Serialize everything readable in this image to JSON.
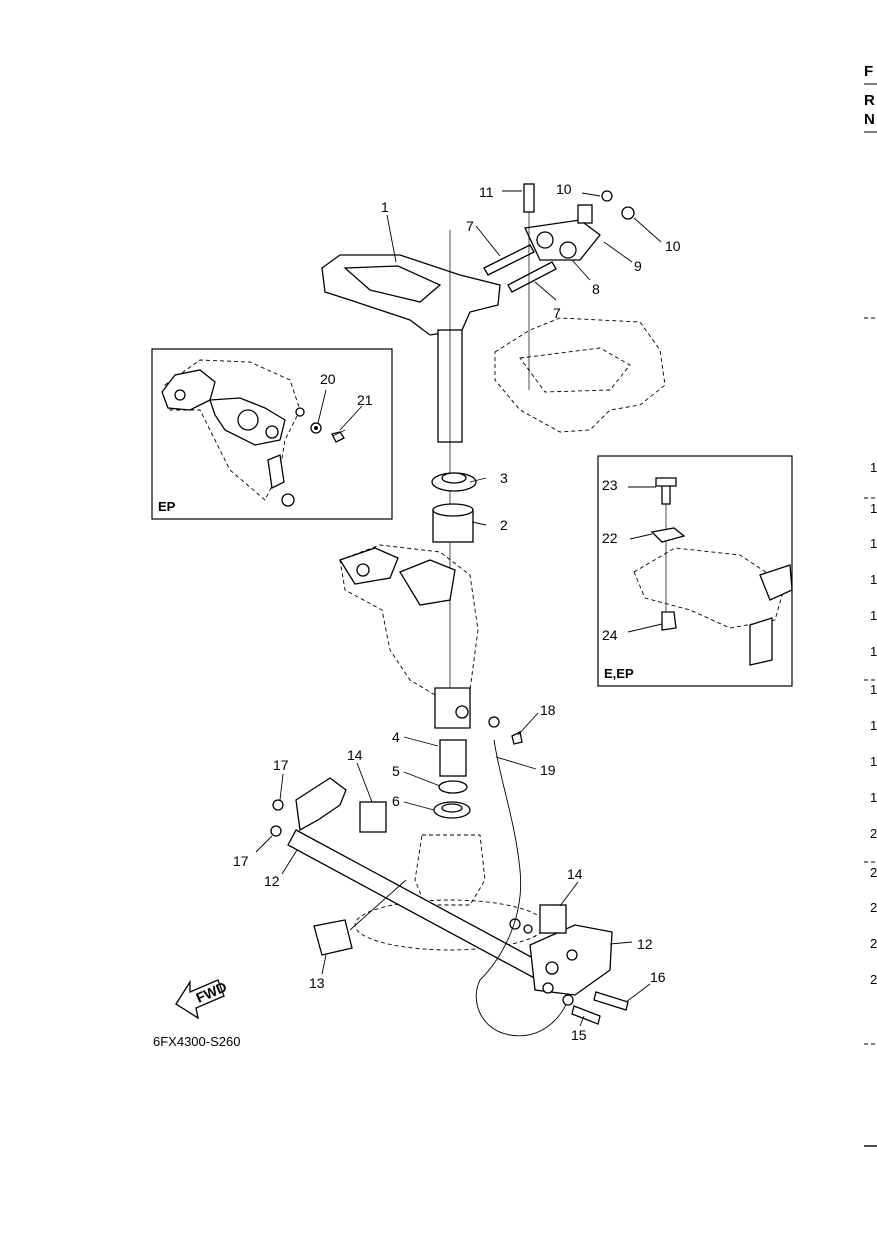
{
  "diagram": {
    "code": "6FX4300-S260",
    "fwd_label": "FWD",
    "inset_ep_tag": "EP",
    "inset_eep_tag": "E,EP",
    "callouts": [
      {
        "id": "c1",
        "text": "1"
      },
      {
        "id": "c2",
        "text": "2"
      },
      {
        "id": "c3",
        "text": "3"
      },
      {
        "id": "c4",
        "text": "4"
      },
      {
        "id": "c5",
        "text": "5"
      },
      {
        "id": "c6",
        "text": "6"
      },
      {
        "id": "c7a",
        "text": "7"
      },
      {
        "id": "c7b",
        "text": "7"
      },
      {
        "id": "c8",
        "text": "8"
      },
      {
        "id": "c9",
        "text": "9"
      },
      {
        "id": "c10a",
        "text": "10"
      },
      {
        "id": "c10b",
        "text": "10"
      },
      {
        "id": "c11",
        "text": "11"
      },
      {
        "id": "c12a",
        "text": "12"
      },
      {
        "id": "c12b",
        "text": "12"
      },
      {
        "id": "c13",
        "text": "13"
      },
      {
        "id": "c14a",
        "text": "14"
      },
      {
        "id": "c14b",
        "text": "14"
      },
      {
        "id": "c15",
        "text": "15"
      },
      {
        "id": "c16",
        "text": "16"
      },
      {
        "id": "c17a",
        "text": "17"
      },
      {
        "id": "c17b",
        "text": "17"
      },
      {
        "id": "c18",
        "text": "18"
      },
      {
        "id": "c19",
        "text": "19"
      },
      {
        "id": "c20",
        "text": "20"
      },
      {
        "id": "c21",
        "text": "21"
      },
      {
        "id": "c22",
        "text": "22"
      },
      {
        "id": "c23",
        "text": "23"
      },
      {
        "id": "c24",
        "text": "24"
      }
    ]
  },
  "right_edge": {
    "header": [
      "F",
      "R",
      "N"
    ],
    "numbers": [
      "1",
      "1",
      "1",
      "1",
      "1",
      "1",
      "1",
      "1",
      "1",
      "1",
      "2",
      "2",
      "2",
      "2",
      "2"
    ]
  }
}
